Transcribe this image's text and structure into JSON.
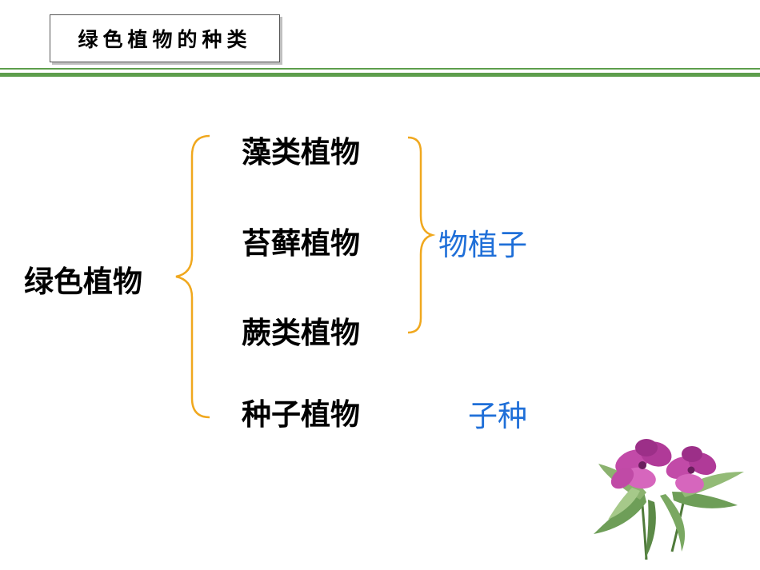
{
  "header": {
    "title": "绿色植物的种类"
  },
  "diagram": {
    "root": "绿色植物",
    "categories": [
      "藻类植物",
      "苔藓植物",
      "蕨类植物",
      "种子植物"
    ],
    "notes": {
      "spore_plants": "物植子",
      "seed_plants": "子种"
    },
    "colors": {
      "brace": "#F0A81E",
      "note": "#1F6FD8",
      "rule": "#5D9E4C"
    }
  },
  "decoration": {
    "image": "pink-flower-with-leaves"
  }
}
